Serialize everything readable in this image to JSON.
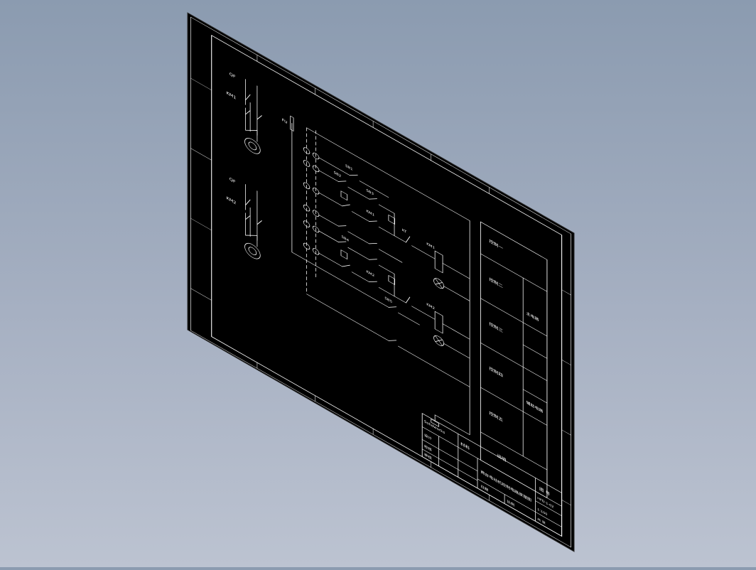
{
  "viewport": {
    "background_top": "#8b9bb0",
    "background_bottom": "#bcc3d1",
    "sheet_color": "#000000",
    "line_color": "#ffffff"
  },
  "motors": [
    {
      "breaker_label": "QF",
      "contactor_label": "KM1"
    },
    {
      "breaker_label": "QF",
      "contactor_label": "KM2"
    }
  ],
  "control_circuit": {
    "fuse_label": "FU",
    "switch_labels": [
      "SB1",
      "SB2",
      "SB3",
      "SB4",
      "SB5"
    ],
    "contact_labels": [
      "KM1",
      "KM2",
      "KT"
    ],
    "relay_labels": [
      "KM1",
      "KM2"
    ]
  },
  "legend_table": {
    "rows": [
      "控制一",
      "控制二",
      "控制三",
      "控制四",
      "控制五",
      "说明"
    ],
    "side_cells": [
      "主电路",
      "辅助电路"
    ]
  },
  "title_block": {
    "title": "两台电动机控制电路原理图",
    "logo_text": "Solidworks",
    "designer_label": "设计",
    "checker_label": "校核",
    "approver_label": "审核",
    "drawing_no_label": "图 号",
    "drawing_no": "HFD-1-02",
    "scale_label": "比例",
    "scale": "1:100",
    "sheet_label": "共 张",
    "date_label": "日期",
    "material_label": "材料"
  }
}
